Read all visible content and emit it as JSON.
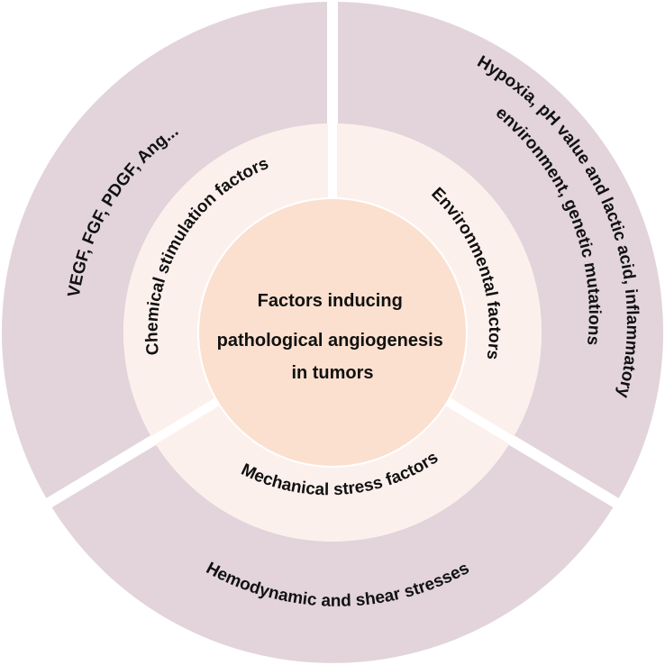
{
  "center": {
    "lines": [
      "Factors inducing",
      "pathological angiogenesis",
      "in tumors"
    ]
  },
  "inner_ring": {
    "chemical": "Chemical stimulation factors",
    "environmental": "Environmental factors",
    "mechanical": "Mechanical stress factors"
  },
  "outer_ring": {
    "chemical": "VEGF, FGF, PDGF, Ang...",
    "environmental_line1": "Hypoxia, pH value and lactic acid, inflammatory",
    "environmental_line2": "environment, genetic mutations",
    "mechanical": "Hemodynamic and shear stresses"
  },
  "colors": {
    "outer_ring": "#e2d4da",
    "inner_ring": "#fcf0ec",
    "center": "#fbe0cf",
    "separator": "#ffffff",
    "text": "#111111"
  }
}
